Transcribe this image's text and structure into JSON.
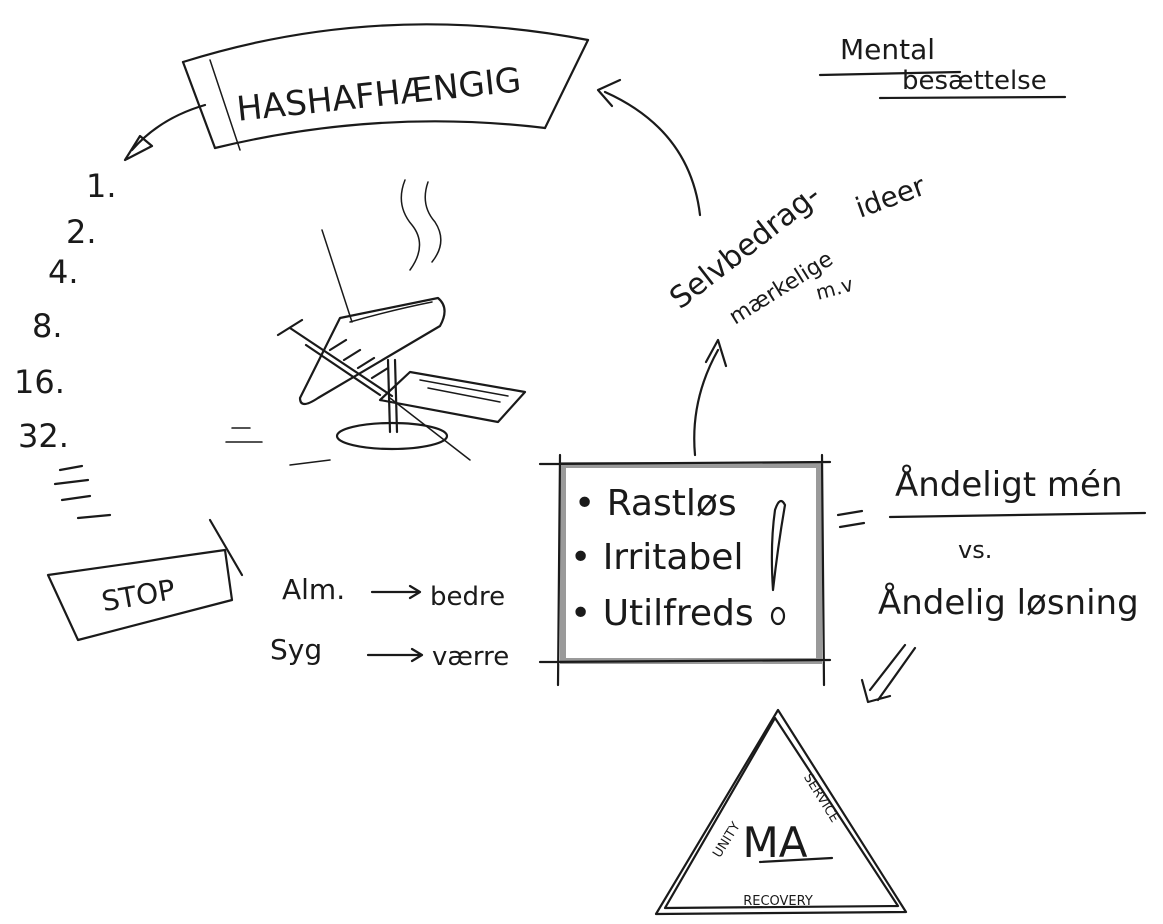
{
  "title": "HASHAFHÆNGIG",
  "top_right": {
    "line1": "Mental",
    "line2": "besættelse"
  },
  "counts": [
    "1.",
    "2.",
    "4.",
    "8.",
    "16.",
    "32."
  ],
  "delusion": {
    "line1": "Selvbedrag-",
    "line2": "ideer",
    "line3": "mærkelige",
    "line4": "m.v"
  },
  "stop_label": "STOP",
  "comparison": [
    {
      "left": "Alm.",
      "right": "bedre"
    },
    {
      "left": "Syg",
      "right": "værre"
    }
  ],
  "symptoms": [
    "Rastløs",
    "Irritabel",
    "Utilfreds"
  ],
  "spiritual": {
    "top": "Åndeligt mén",
    "mid": "vs.",
    "bottom": "Åndelig løsning"
  },
  "logo": {
    "center": "MA",
    "left": "UNITY",
    "right": "SERVICE",
    "bottom": "RECOVERY"
  }
}
